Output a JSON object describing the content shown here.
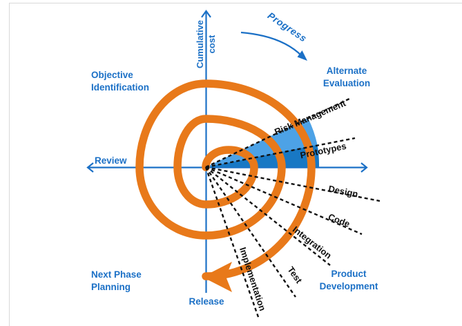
{
  "axis": {
    "y_label": [
      "Cumulative",
      "cost"
    ],
    "left_label": "Review",
    "bottom_label": "Release"
  },
  "progress": {
    "label": "Progress"
  },
  "quadrants": {
    "top_left": [
      "Objective",
      "Identification"
    ],
    "top_right": [
      "Alternate",
      "Evaluation"
    ],
    "bottom_left": [
      "Next Phase",
      "Planning"
    ],
    "bottom_right": [
      "Product",
      "Development"
    ]
  },
  "phases": [
    {
      "label": "Risk Management"
    },
    {
      "label": "Prototypes"
    },
    {
      "label": "Design"
    },
    {
      "label": "Code"
    },
    {
      "label": "Integration"
    },
    {
      "label": "Test"
    },
    {
      "label": "Implementation"
    }
  ],
  "colors": {
    "spiral_orange": "#E8791A",
    "axis_blue": "#1B70C6",
    "wedge_light_blue": "#4DA2E6",
    "wedge_dark_blue": "#1878C4",
    "phase_label_black": "#111111",
    "frame_gray": "#D9D9D9"
  }
}
